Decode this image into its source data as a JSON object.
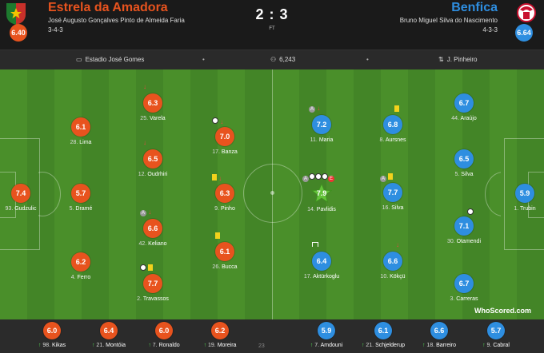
{
  "home": {
    "name": "Estrela da Amadora",
    "manager": "José Augusto Gonçalves Pinto de Almeida Faria",
    "formation": "3-4-3",
    "rating": "6.40",
    "color": "#e8531e"
  },
  "away": {
    "name": "Benfica",
    "manager": "Bruno Miguel Silva do Nascimento",
    "formation": "4-3-3",
    "rating": "6.64",
    "color": "#2e8ee0"
  },
  "score": "2 : 3",
  "status": "FT",
  "info": {
    "stadium": "Estadio José Gomes",
    "attendance": "6,243",
    "referee": "J. Pinheiro"
  },
  "home_players": [
    {
      "num": "93.",
      "name": "Gudzulic",
      "rating": "7.4"
    },
    {
      "num": "28.",
      "name": "Lima",
      "rating": "6.1"
    },
    {
      "num": "5.",
      "name": "Dramé",
      "rating": "5.7"
    },
    {
      "num": "4.",
      "name": "Ferro",
      "rating": "6.2"
    },
    {
      "num": "25.",
      "name": "Varela",
      "rating": "6.3"
    },
    {
      "num": "12.",
      "name": "Oudrhiri",
      "rating": "6.5"
    },
    {
      "num": "42.",
      "name": "Keliano",
      "rating": "6.6"
    },
    {
      "num": "2.",
      "name": "Travassos",
      "rating": "7.7"
    },
    {
      "num": "17.",
      "name": "Banza",
      "rating": "7.0"
    },
    {
      "num": "9.",
      "name": "Pinho",
      "rating": "6.3"
    },
    {
      "num": "26.",
      "name": "Bucca",
      "rating": "6.1"
    }
  ],
  "away_players": [
    {
      "num": "11.",
      "name": "Maria",
      "rating": "7.2"
    },
    {
      "num": "14.",
      "name": "Pavlidis",
      "rating": "7.9"
    },
    {
      "num": "17.",
      "name": "Aktürkoglu",
      "rating": "6.4"
    },
    {
      "num": "8.",
      "name": "Aursnes",
      "rating": "6.8"
    },
    {
      "num": "16.",
      "name": "Silva",
      "rating": "7.7"
    },
    {
      "num": "10.",
      "name": "Kökçü",
      "rating": "6.6"
    },
    {
      "num": "44.",
      "name": "Araújo",
      "rating": "6.7"
    },
    {
      "num": "5.",
      "name": "Silva",
      "rating": "6.5"
    },
    {
      "num": "30.",
      "name": "Otamendi",
      "rating": "7.1"
    },
    {
      "num": "3.",
      "name": "Carreras",
      "rating": "6.7"
    },
    {
      "num": "1.",
      "name": "Trubin",
      "rating": "5.9"
    }
  ],
  "home_subs": [
    {
      "num": "98.",
      "name": "Kikas",
      "rating": "6.0"
    },
    {
      "num": "21.",
      "name": "Montóia",
      "rating": "6.4"
    },
    {
      "num": "7.",
      "name": "Ronaldo",
      "rating": "6.0"
    },
    {
      "num": "19.",
      "name": "Moreira",
      "rating": "6.2"
    }
  ],
  "away_subs": [
    {
      "num": "7.",
      "name": "Amdouni",
      "rating": "5.9"
    },
    {
      "num": "21.",
      "name": "Schjelderup",
      "rating": "6.1"
    },
    {
      "num": "18.",
      "name": "Barreiro",
      "rating": "6.6"
    },
    {
      "num": "9.",
      "name": "Cabral",
      "rating": "5.7"
    }
  ],
  "subs_cut_label": "23",
  "watermark": "WhoScored.com",
  "icons": {
    "down": "↓",
    "up": "↑",
    "assist": "A",
    "own_goal": "E"
  }
}
